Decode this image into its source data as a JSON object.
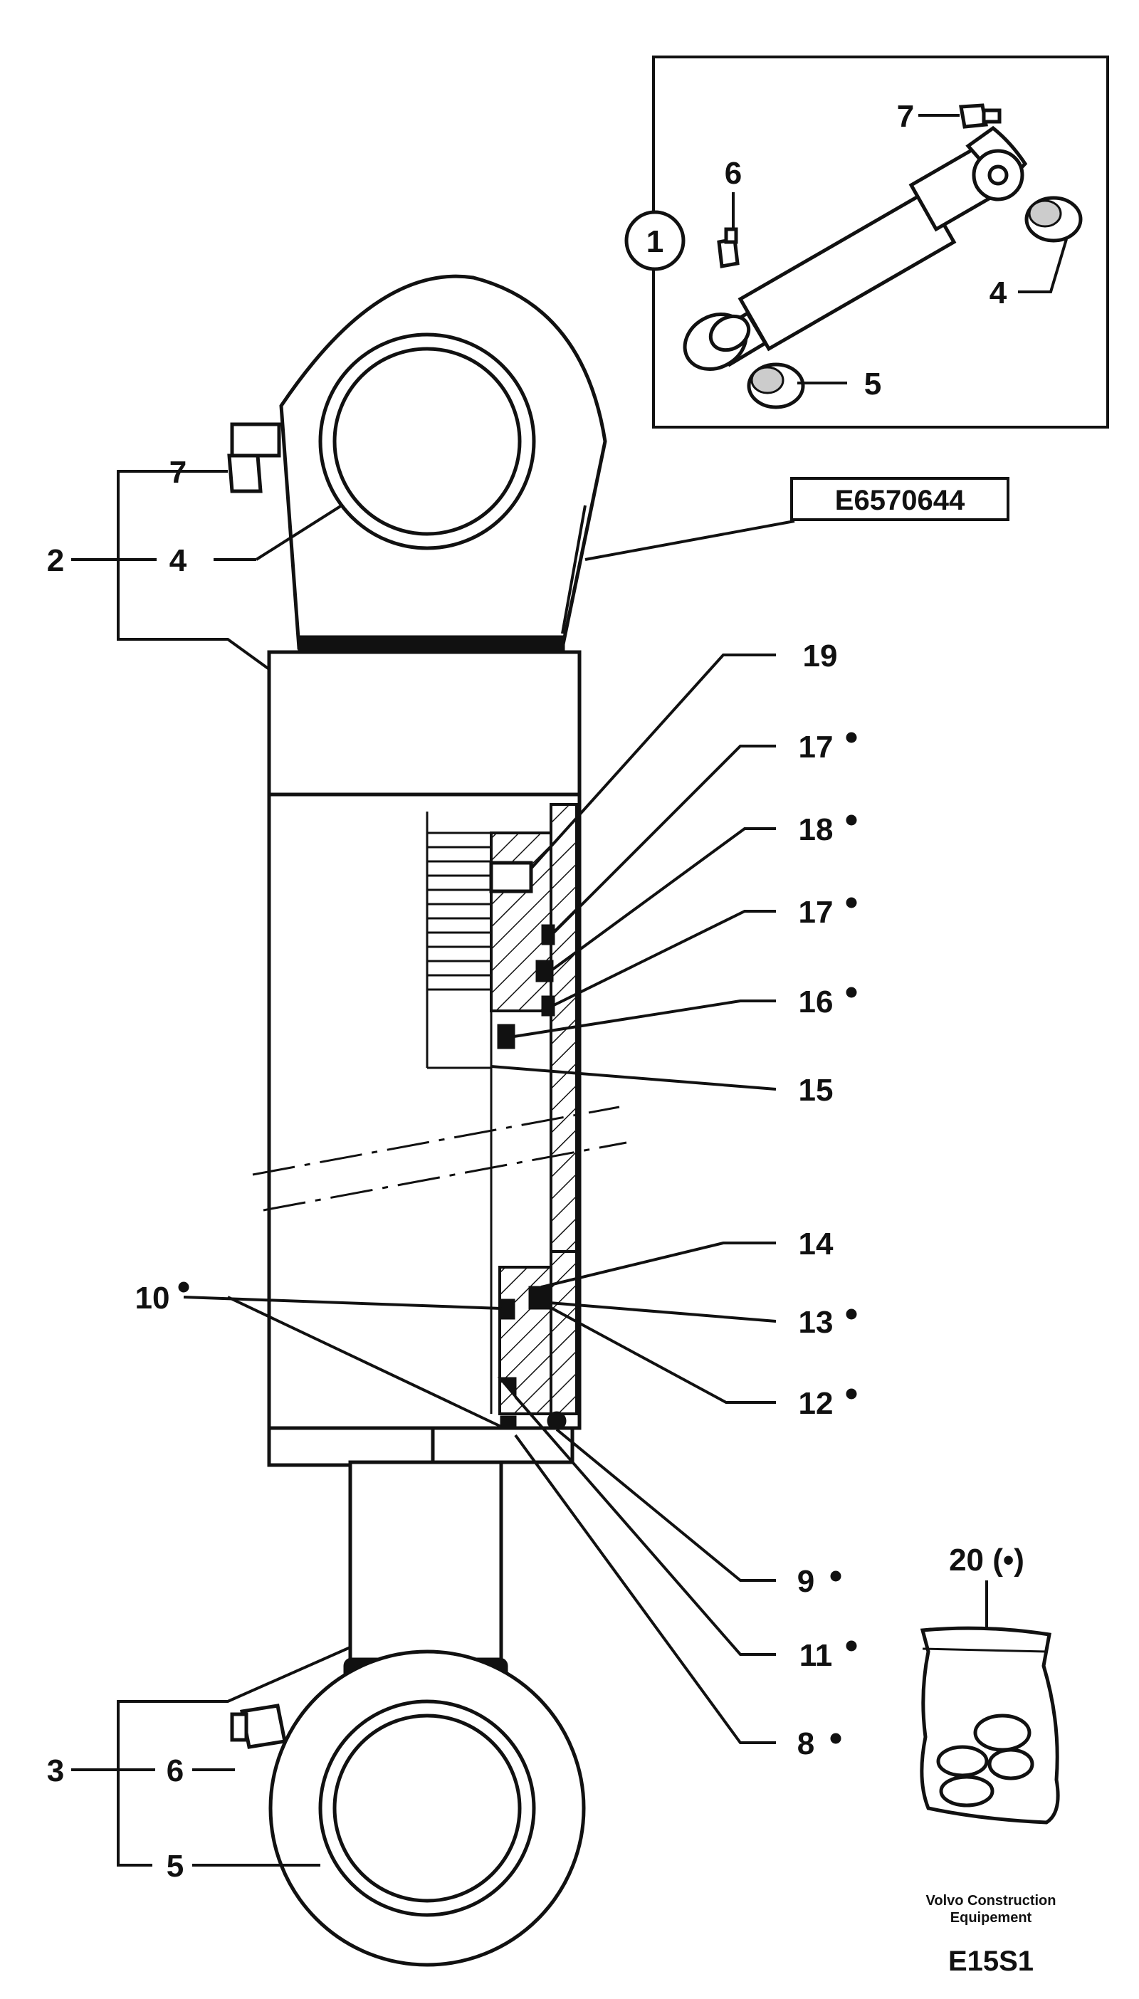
{
  "labels": {
    "l1": "1",
    "l2": "2",
    "l3": "3",
    "l4_detail": "4",
    "l4_main": "4",
    "l5_detail": "5",
    "l5_main": "5",
    "l6_detail": "6",
    "l6_main": "6",
    "l7_detail": "7",
    "l7_main": "7",
    "l8": "8",
    "l9": "9",
    "l10": "10",
    "l11": "11",
    "l12": "12",
    "l13": "13",
    "l14": "14",
    "l15": "15",
    "l16": "16",
    "l17a": "17",
    "l17b": "17",
    "l18": "18",
    "l19": "19",
    "l20": "20 (•)"
  },
  "part_code": "E6570644",
  "company_line1": "Volvo Construction",
  "company_line2": "Equipement",
  "figure_code": "E15S1",
  "colors": {
    "ink": "#111111",
    "paper": "#ffffff"
  }
}
